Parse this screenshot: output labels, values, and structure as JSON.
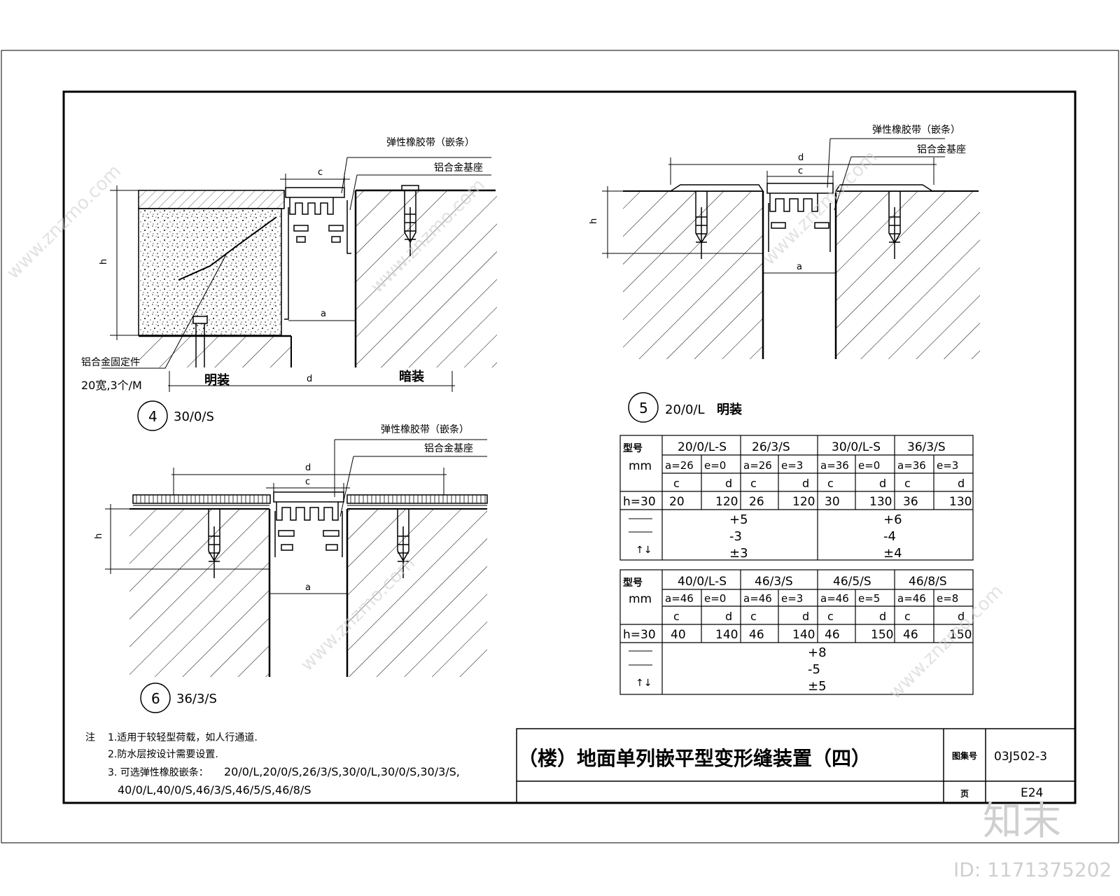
{
  "labels": {
    "rubber_strip": "弹性橡胶带（嵌条）",
    "al_base": "铝合金基座",
    "al_fixing": "铝合金固定件",
    "al_fixing_spec": "20宽,3个/M",
    "exposed": "明装",
    "concealed": "暗装",
    "dim_c": "c",
    "dim_d": "d",
    "dim_a": "a",
    "dim_h": "h"
  },
  "details": {
    "d4": {
      "num": "4",
      "code": "30/0/S"
    },
    "d5": {
      "num": "5",
      "code": "20/0/L",
      "note": "明装"
    },
    "d6": {
      "num": "6",
      "code": "36/3/S"
    }
  },
  "table1": {
    "head_label": "型号",
    "unit_label": "mm",
    "h_label": "h=30",
    "models": [
      "20/0/L-S",
      "26/3/S",
      "30/0/L-S",
      "36/3/S"
    ],
    "ae": [
      "a=26",
      "e=0",
      "a=26",
      "e=3",
      "a=36",
      "e=0",
      "a=36",
      "e=3"
    ],
    "cd": [
      "c",
      "d",
      "c",
      "d",
      "c",
      "d",
      "c",
      "d"
    ],
    "vals": [
      "20",
      "120",
      "26",
      "120",
      "30",
      "130",
      "36",
      "130"
    ],
    "mov_left": [
      "+5",
      "-3",
      "±3"
    ],
    "mov_right": [
      "+6",
      "-4",
      "±4"
    ]
  },
  "table2": {
    "head_label": "型号",
    "unit_label": "mm",
    "h_label": "h=30",
    "models": [
      "40/0/L-S",
      "46/3/S",
      "46/5/S",
      "46/8/S"
    ],
    "ae": [
      "a=46",
      "e=0",
      "a=46",
      "e=3",
      "a=46",
      "e=5",
      "a=46",
      "e=8"
    ],
    "cd": [
      "c",
      "d",
      "c",
      "d",
      "c",
      "d",
      "c",
      "d"
    ],
    "vals": [
      "40",
      "140",
      "46",
      "140",
      "46",
      "150",
      "46",
      "150"
    ],
    "mov": [
      "+8",
      "-5",
      "±5"
    ]
  },
  "notes": {
    "prefix": "注",
    "n1": "1.适用于较轻型荷载，如人行通道.",
    "n2": "2.防水层按设计需要设置.",
    "n3": "3.  可选弹性橡胶嵌条：",
    "n3_list1": "20/0/L,20/0/S,26/3/S,30/0/L,30/0/S,30/3/S,",
    "n3_list2": "40/0/L,40/0/S,46/3/S,46/5/S,46/8/S"
  },
  "title_block": {
    "title": "（楼）地面单列嵌平型变形缝装置（四）",
    "atlas_label": "图集号",
    "atlas_no": "03J502-3",
    "page_label": "页",
    "page_no": "E24"
  },
  "watermark": {
    "brand": "知末",
    "id": "ID: 1171375202",
    "site": "www.znzmo.com"
  }
}
